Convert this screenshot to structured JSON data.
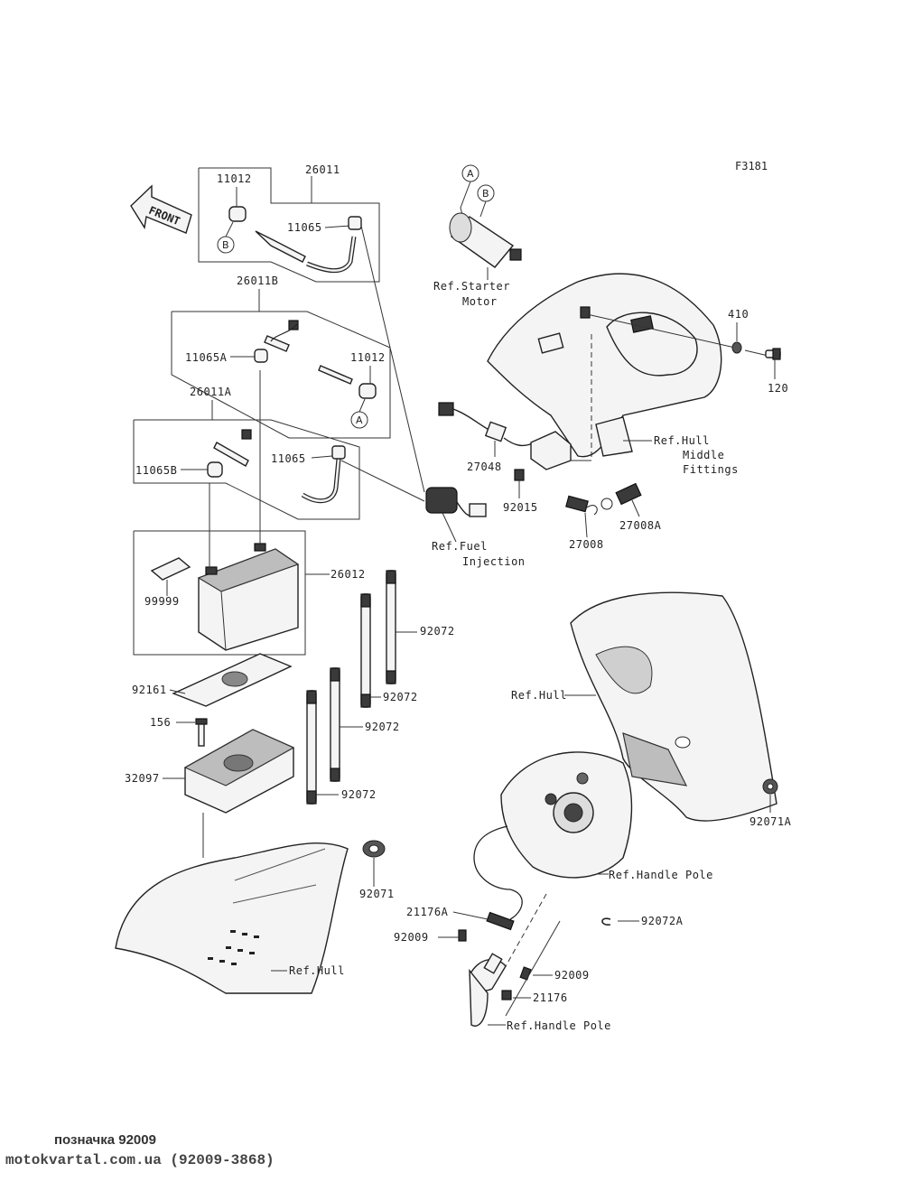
{
  "figure_code": "F3181",
  "front_label": "FRONT",
  "parts": {
    "p26011": "26011",
    "p11012_top": "11012",
    "p11065_top": "11065",
    "p26011B": "26011B",
    "p11065A": "11065A",
    "p11012_mid": "11012",
    "p26011A": "26011A",
    "p11065": "11065",
    "p11065B": "11065B",
    "p26012": "26012",
    "p99999": "99999",
    "p92161": "92161",
    "p156": "156",
    "p32097": "32097",
    "p92072_a": "92072",
    "p92072_b": "92072",
    "p92072_c": "92072",
    "p92072_d": "92072",
    "p92071": "92071",
    "p410": "410",
    "p120": "120",
    "p27048": "27048",
    "p92015": "92015",
    "p27008": "27008",
    "p27008A": "27008A",
    "p92071A": "92071A",
    "p21176A": "21176A",
    "p92009_a": "92009",
    "p92009_b": "92009",
    "p21176": "21176",
    "p92072A": "92072A"
  },
  "refs": {
    "starter_1": "Ref.Starter",
    "starter_2": "Motor",
    "hull_mid_1": "Ref.Hull",
    "hull_mid_2": "Middle",
    "hull_mid_3": "Fittings",
    "fuel_1": "Ref.Fuel",
    "fuel_2": "Injection",
    "hull_right": "Ref.Hull",
    "handle_pole_1": "Ref.Handle Pole",
    "hull_bottom": "Ref.Hull",
    "handle_pole_2": "Ref.Handle Pole"
  },
  "circle_markers": {
    "a_top": "A",
    "b_top": "B",
    "b_left": "B",
    "a_mid": "A"
  },
  "caption": {
    "line1": "позначка 92009",
    "line2": "motokvartal.com.ua (92009-3868)"
  }
}
